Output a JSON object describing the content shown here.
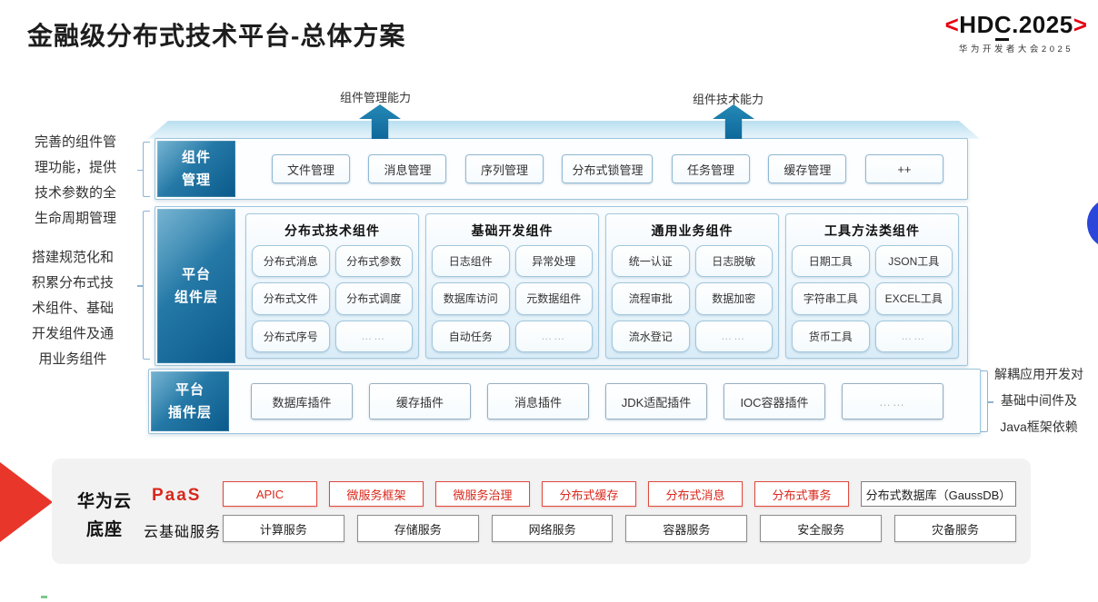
{
  "title": "金融级分布式技术平台-总体方案",
  "logo": {
    "left": "<",
    "name": "HDC.2025",
    "right": ">",
    "subtitle": "华为开发者大会2025"
  },
  "arrows": {
    "manage": "组件管理能力",
    "tech": "组件技术能力"
  },
  "notes": {
    "left_top": "完善的组件管\n理功能，提供\n技术参数的全\n生命周期管理",
    "left_bottom": "搭建规范化和\n积累分布式技\n术组件、基础\n开发组件及通\n用业务组件",
    "right": "解耦应用开发对\n基础中间件及\nJava框架依赖"
  },
  "layers": {
    "manage": {
      "label": "组件\n管理",
      "items": [
        "文件管理",
        "消息管理",
        "序列管理",
        "分布式锁管理",
        "任务管理",
        "缓存管理",
        "++"
      ]
    },
    "components": {
      "label": "平台\n组件层",
      "groups": [
        {
          "title": "分布式技术组件",
          "items": [
            "分布式消息",
            "分布式参数",
            "分布式文件",
            "分布式调度",
            "分布式序号",
            "……"
          ]
        },
        {
          "title": "基础开发组件",
          "items": [
            "日志组件",
            "异常处理",
            "数据库访问",
            "元数据组件",
            "自动任务",
            "……"
          ]
        },
        {
          "title": "通用业务组件",
          "items": [
            "统一认证",
            "日志脱敏",
            "流程审批",
            "数据加密",
            "流水登记",
            "……"
          ]
        },
        {
          "title": "工具方法类组件",
          "items": [
            "日期工具",
            "JSON工具",
            "字符串工具",
            "EXCEL工具",
            "货币工具",
            "……"
          ]
        }
      ]
    },
    "plugins": {
      "label": "平台\n插件层",
      "items": [
        "数据库插件",
        "缓存插件",
        "消息插件",
        "JDK适配插件",
        "IOC容器插件",
        "……"
      ]
    }
  },
  "foundation": {
    "label": "华为云\n底座",
    "paas": {
      "label": "PaaS",
      "items": [
        {
          "label": "APIC",
          "variant": "red"
        },
        {
          "label": "微服务框架",
          "variant": "red"
        },
        {
          "label": "微服务治理",
          "variant": "red"
        },
        {
          "label": "分布式缓存",
          "variant": "red"
        },
        {
          "label": "分布式消息",
          "variant": "red"
        },
        {
          "label": "分布式事务",
          "variant": "red"
        },
        {
          "label": "分布式数据库（GaussDB）",
          "variant": "plain"
        }
      ]
    },
    "cloud": {
      "label": "云基础服务",
      "items": [
        "计算服务",
        "存储服务",
        "网络服务",
        "容器服务",
        "安全服务",
        "灾备服务"
      ]
    }
  },
  "colors": {
    "accent_red": "#D8281C",
    "logo_red": "#E60012",
    "deep_blue": "#0A5A8B",
    "arrow_blue": "#1878A8",
    "circle_blue": "#2B46D9",
    "border_blue": "#9DC4DC",
    "panel_gray": "#F2F2F2"
  }
}
